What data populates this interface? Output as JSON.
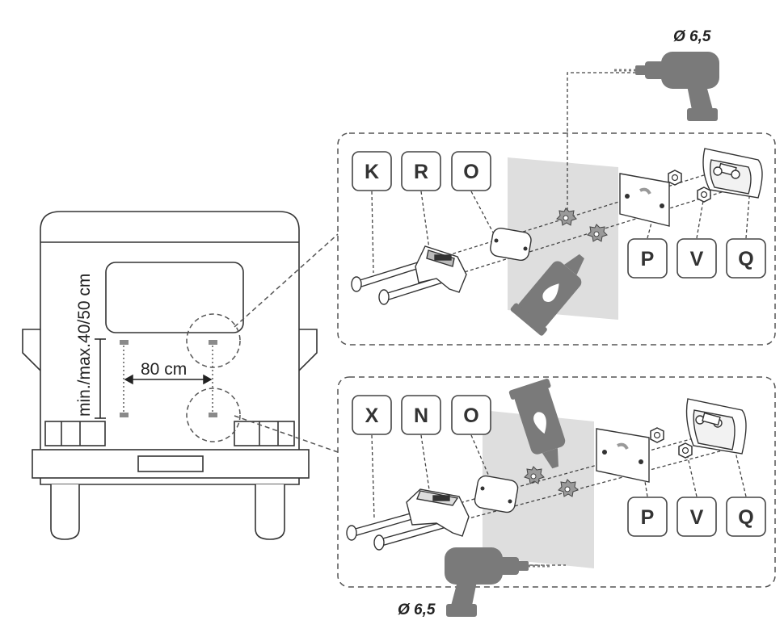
{
  "drill_bit_label": "Ø 6,5",
  "vehicle": {
    "height_dimension": "min./max.40/50 cm",
    "width_dimension": "80 cm"
  },
  "upper_detail": {
    "part_labels_left": [
      "K",
      "R",
      "O"
    ],
    "part_labels_right": [
      "P",
      "V",
      "Q"
    ],
    "drill_label": "Ø 6,5"
  },
  "lower_detail": {
    "part_labels_left": [
      "X",
      "N",
      "O"
    ],
    "part_labels_right": [
      "P",
      "V",
      "Q"
    ],
    "drill_label": "Ø 6,5"
  },
  "colors": {
    "line": "#333333",
    "panel_gray": "#dedede",
    "tool_gray": "#7a7a7a",
    "label_box_stroke": "#444444"
  },
  "icons": [
    "drill-icon",
    "sealant-tube-icon",
    "bolt-icon",
    "bracket-icon",
    "plate-icon",
    "nut-icon",
    "washer-icon",
    "lamp-housing-icon",
    "camper-rear-icon"
  ]
}
